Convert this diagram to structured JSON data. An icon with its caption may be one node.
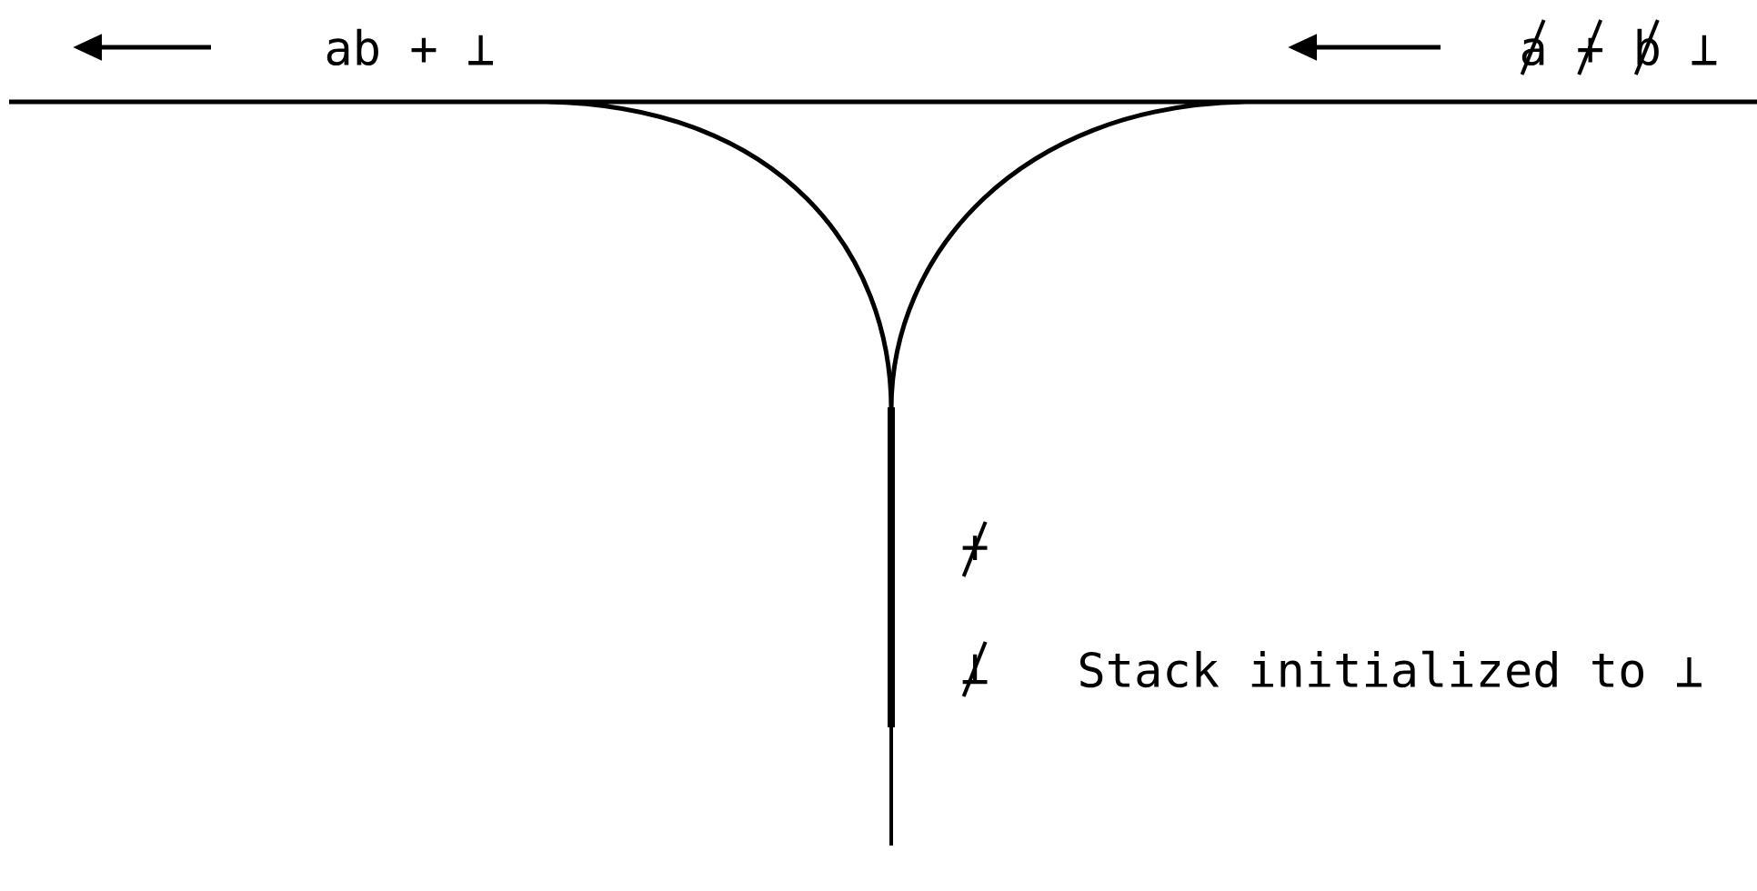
{
  "diagram": {
    "labels": [
      "ab + ⊥",
      "a + b ⊥",
      "+",
      "⊥",
      "Stack initialized to ⊥"
    ]
  }
}
